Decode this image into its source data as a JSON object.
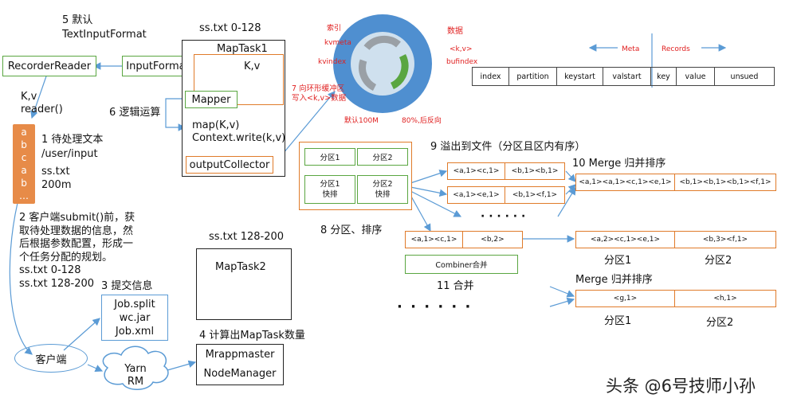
{
  "steps": {
    "s5": "5 默认",
    "s5b": "TextInputFormat",
    "s6": "6 逻辑运算",
    "s1": "1 待处理文本",
    "s1b": "/user/input",
    "s1c": "ss.txt",
    "s1d": "200m",
    "s2": [
      "2 客户端submit()前，获",
      "取待处理数据的信息，然",
      "后根据参数配置，形成一",
      "个任务分配的规划。",
      "ss.txt  0-128",
      "ss.txt  128-200"
    ],
    "s3": "3 提交信息",
    "s4": "4 计算出MapTask数量",
    "s7": [
      "7 向环形缓冲区",
      "写入<k,v>数据"
    ],
    "s8": "8 分区、排序",
    "s9": "9 溢出到文件（分区且区内有序）",
    "s10": "10 Merge 归并排序",
    "s11": "11 合并",
    "merge2": "Merge 归并排序"
  },
  "left": {
    "recorder_reader": "RecorderReader",
    "input_format": "InputFormat",
    "kv": "K,v",
    "reader": "reader()",
    "file_chars": [
      "a",
      "b",
      "c",
      "a",
      "b",
      "…"
    ]
  },
  "maptask1": {
    "header": "ss.txt 0-128",
    "title": "MapTask1",
    "kv": "K,v",
    "mapper": "Mapper",
    "map": "map(K,v)",
    "write": "Context.write(k,v)",
    "collector": "outputCollector"
  },
  "maptask2": {
    "header": "ss.txt 128-200",
    "title": "MapTask2"
  },
  "job": [
    "Job.split",
    "wc.jar",
    "Job.xml"
  ],
  "client": "客户端",
  "yarn": [
    "Yarn",
    "RM"
  ],
  "mrapp": [
    "Mrappmaster",
    "NodeManager"
  ],
  "ring": {
    "index_label": "索引",
    "kvmeta": "kvmeta",
    "kvindex": "kvindex",
    "data_label": "数据",
    "kv": "<k,v>",
    "bufindex": "bufindex",
    "default": "默认100M",
    "reverse": "80%,后反向"
  },
  "meta": {
    "meta_label": "Meta",
    "records_label": "Records",
    "cells": [
      "index",
      "partition",
      "keystart",
      "valstart",
      "key",
      "value",
      "unsued"
    ]
  },
  "partitions": {
    "p1": "分区1",
    "p2": "分区2",
    "p1b": "分区1",
    "p1c": "快排",
    "p2b": "分区2",
    "p2c": "快排"
  },
  "spill": {
    "r1a": "<a,1><c,1>",
    "r1b": "<b,1><b,1>",
    "r2a": "<a,1><e,1>",
    "r2b": "<b,1><f,1>",
    "dots": "· · ·  · · ·",
    "merged_a": "<a,1><a,1><c,1><e,1>",
    "merged_b": "<b,1><b,1><b,1><f,1>"
  },
  "combiner": {
    "in_a": "<a,1><c,1>",
    "in_b": "<b,2>",
    "label": "Combiner合并",
    "out_a": "<a,2><c,1><e,1>",
    "out_b": "<b,3><f,1>",
    "part1": "分区1",
    "part2": "分区2"
  },
  "final": {
    "g": "<g,1>",
    "h": "<h,1>",
    "part1": "分区1",
    "part2": "分区2",
    "dots": "· · ·   · · ·"
  },
  "watermark": "头条 @6号技师小孙",
  "colors": {
    "green": "#5aa641",
    "orange": "#e07b2a",
    "blue": "#5b9bd5",
    "red": "#e02020"
  }
}
